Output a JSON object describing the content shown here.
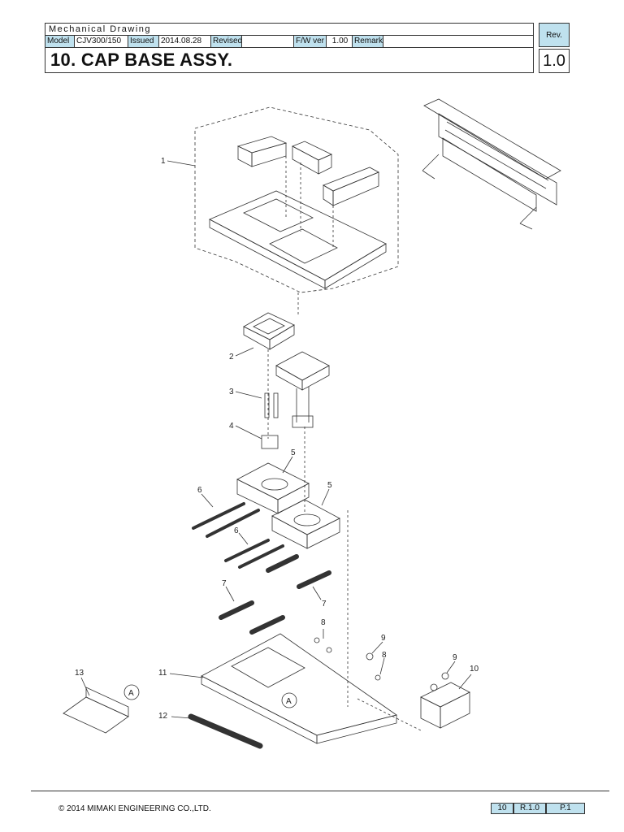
{
  "header": {
    "doc_type": "Mechanical Drawing",
    "model_label": "Model",
    "model_value": "CJV300/150",
    "issued_label": "Issued",
    "issued_value": "2014.08.28",
    "revised_label": "Revised",
    "revised_value": "",
    "fw_label": "F/W ver",
    "fw_value": "1.00",
    "remark_label": "Remark",
    "remark_value": "",
    "title": "10. CAP BASE ASSY.",
    "rev_label": "Rev.",
    "rev_value": "1.0"
  },
  "callouts": [
    "1",
    "2",
    "3",
    "4",
    "5",
    "5",
    "6",
    "6",
    "7",
    "7",
    "8",
    "8",
    "9",
    "9",
    "10",
    "11",
    "12",
    "13",
    "A",
    "A"
  ],
  "footer": {
    "copyright": "© 2014 MIMAKI ENGINEERING CO.,LTD.",
    "section": "10",
    "revision": "R.1.0",
    "page": "P.1"
  },
  "colors": {
    "label_fill": "#bfe1ee",
    "line": "#333333"
  }
}
